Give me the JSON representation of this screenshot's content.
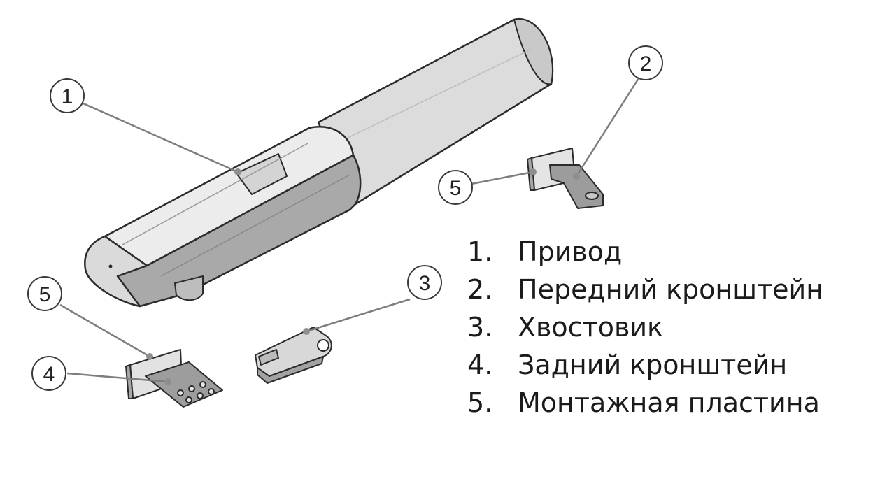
{
  "callouts": [
    "1",
    "2",
    "3",
    "4",
    "5",
    "5"
  ],
  "legend": [
    {
      "num": "1.",
      "label": "Привод"
    },
    {
      "num": "2.",
      "label": "Передний кронштейн"
    },
    {
      "num": "3.",
      "label": "Хвостовик"
    },
    {
      "num": "4.",
      "label": "Задний кронштейн"
    },
    {
      "num": "5.",
      "label": "Монтажная пластина"
    }
  ],
  "colors": {
    "outline": "#2b2b2b",
    "body_light": "#e9e9e9",
    "body_mid": "#d2d2d2",
    "body_dark": "#a6a6a6",
    "leader": "#7d7d7d"
  }
}
